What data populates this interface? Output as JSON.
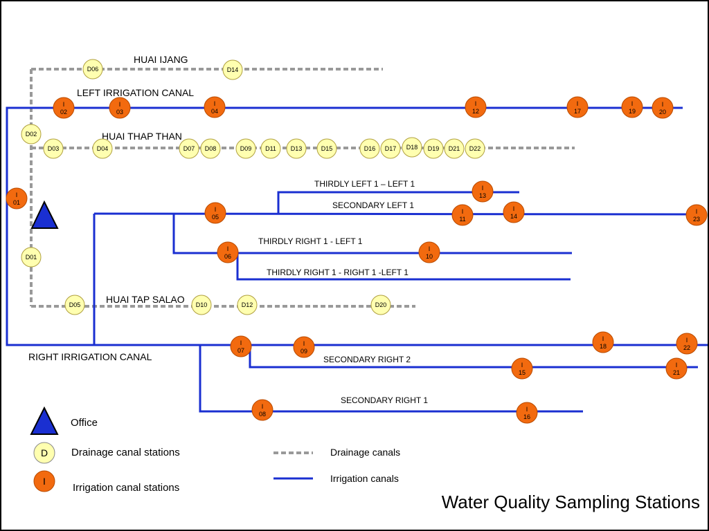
{
  "colors": {
    "irrigation": "#1a2fd1",
    "drainage": "#999999",
    "irrigation_station_fill": "#f26a0f",
    "drainage_station_fill": "#ffffb0",
    "office_fill": "#1a2fd1",
    "frame": "#000000"
  },
  "title": "Water Quality Sampling Stations",
  "canal_labels": {
    "huai_ijang": "HUAI IJANG",
    "left_irrigation_canal": "LEFT IRRIGATION CANAL",
    "huai_thap_than": "HUAI THAP THAN",
    "thirdly_left1_left1": "THIRDLY  LEFT  1 – LEFT  1",
    "secondary_left1": "SECONDARY  LEFT 1",
    "thirdly_right1_left1": "THIRDLY  RIGHT 1  - LEFT 1",
    "thirdly_right1_right1_left1": "THIRDLY  RIGHT 1  - RIGHT 1 -LEFT 1",
    "huai_tap_salao": "HUAI TAP SALAO",
    "right_irrigation_canal": "RIGHT IRRIGATION CANAL",
    "secondary_right2": "SECONDARY RIGHT 2",
    "secondary_right1": "SECONDARY  RIGHT 1"
  },
  "irrigation_stations": [
    {
      "prefix": "I",
      "num": "01"
    },
    {
      "prefix": "I",
      "num": "02"
    },
    {
      "prefix": "I",
      "num": "03"
    },
    {
      "prefix": "I",
      "num": "04"
    },
    {
      "prefix": "I",
      "num": "05"
    },
    {
      "prefix": "I",
      "num": "06"
    },
    {
      "prefix": "I",
      "num": "07"
    },
    {
      "prefix": "I",
      "num": "08"
    },
    {
      "prefix": "I",
      "num": "09"
    },
    {
      "prefix": "I",
      "num": "10"
    },
    {
      "prefix": "I",
      "num": "11"
    },
    {
      "prefix": "I",
      "num": "12"
    },
    {
      "prefix": "I",
      "num": "13"
    },
    {
      "prefix": "I",
      "num": "14"
    },
    {
      "prefix": "I",
      "num": "15"
    },
    {
      "prefix": "I",
      "num": "16"
    },
    {
      "prefix": "I",
      "num": "17"
    },
    {
      "prefix": "I",
      "num": "18"
    },
    {
      "prefix": "I",
      "num": "19"
    },
    {
      "prefix": "I",
      "num": "20"
    },
    {
      "prefix": "I",
      "num": "21"
    },
    {
      "prefix": "I",
      "num": "22"
    },
    {
      "prefix": "I",
      "num": "23"
    }
  ],
  "drainage_stations": [
    "D01",
    "D02",
    "D03",
    "D04",
    "D05",
    "D06",
    "D07",
    "D08",
    "D09",
    "D10",
    "D11",
    "D12",
    "D13",
    "D14",
    "D15",
    "D16",
    "D17",
    "D18",
    "D19",
    "D20",
    "D21",
    "D22"
  ],
  "legend": {
    "office_label": "Office",
    "drainage_station_symbol": "D",
    "drainage_station_label": "Drainage canal stations",
    "irrigation_station_symbol": "I",
    "irrigation_station_label": "Irrigation canal stations",
    "drainage_canal_label": "Drainage canals",
    "irrigation_canal_label": "Irrigation canals"
  }
}
